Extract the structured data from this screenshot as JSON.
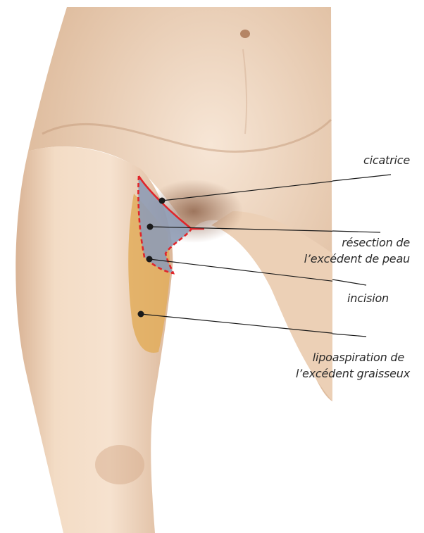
{
  "labels": {
    "scar": "cicatrice",
    "resection_line1": "résection de",
    "resection_line2": "l’excédent de peau",
    "incision": "incision",
    "lipo_line1": "lipoaspiration de",
    "lipo_line2": "l’excédent graisseux"
  },
  "colors": {
    "skin": "#f1d6bd",
    "skin_shadow": "#c99675",
    "resection_zone": "#8f9cb5",
    "lipo_zone": "#e2ad5c",
    "incision_line": "#e0262b",
    "leader_line": "#1a1a1a"
  }
}
